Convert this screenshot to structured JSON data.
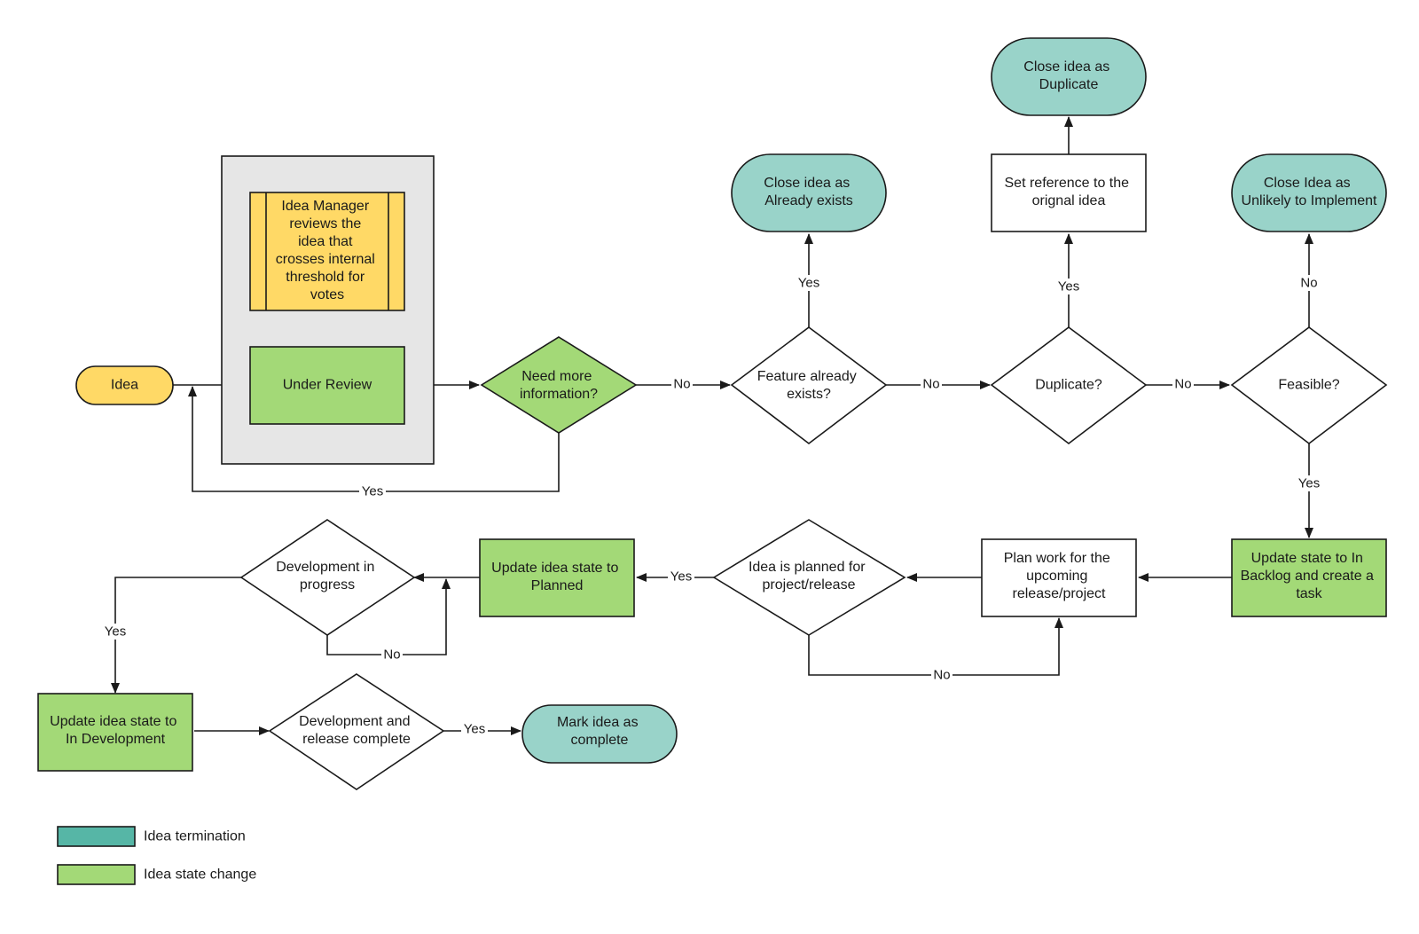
{
  "colors": {
    "terminal_start": "#ffd966",
    "process_yellow": "#ffd966",
    "state_change": "#a3d977",
    "termination": "#99d3c9",
    "legend_termination": "#56b6a6",
    "legend_state_change": "#a3d977",
    "group_bg": "#e6e6e6",
    "white": "#ffffff"
  },
  "nodes": {
    "idea": "Idea",
    "manager_review": [
      "Idea Manager",
      "reviews the",
      "idea that",
      "crosses internal",
      "threshold for",
      "votes"
    ],
    "under_review": "Under Review",
    "need_info": [
      "Need more",
      "information?"
    ],
    "feature_exists": [
      "Feature already",
      "exists?"
    ],
    "close_exists": [
      "Close idea as",
      "Already exists"
    ],
    "duplicate_q": "Duplicate?",
    "set_reference": [
      "Set reference to the",
      "orignal idea"
    ],
    "close_duplicate": [
      "Close idea as",
      "Duplicate"
    ],
    "feasible_q": "Feasible?",
    "close_unlikely": [
      "Close Idea as",
      "Unlikely to Implement"
    ],
    "update_backlog": [
      "Update state to In",
      "Backlog and create a",
      "task"
    ],
    "plan_work": [
      "Plan work for the",
      "upcoming",
      "release/project"
    ],
    "planned_q": [
      "Idea is planned for",
      "project/release"
    ],
    "update_planned": [
      "Update idea state to",
      "Planned"
    ],
    "dev_progress_q": [
      "Development in",
      "progress"
    ],
    "update_in_dev": [
      "Update idea state to",
      "In Development"
    ],
    "dev_complete_q": [
      "Development and",
      "release complete"
    ],
    "mark_complete": [
      "Mark idea as",
      "complete"
    ]
  },
  "edge_labels": {
    "need_info_no": "No",
    "need_info_yes": "Yes",
    "feature_exists_yes": "Yes",
    "feature_exists_no": "No",
    "duplicate_yes": "Yes",
    "duplicate_no": "No",
    "feasible_no": "No",
    "feasible_yes": "Yes",
    "planned_yes": "Yes",
    "planned_no": "No",
    "dev_progress_yes": "Yes",
    "dev_progress_no": "No",
    "dev_complete_yes": "Yes"
  },
  "legend": {
    "termination": "Idea termination",
    "state_change": "Idea state change"
  }
}
